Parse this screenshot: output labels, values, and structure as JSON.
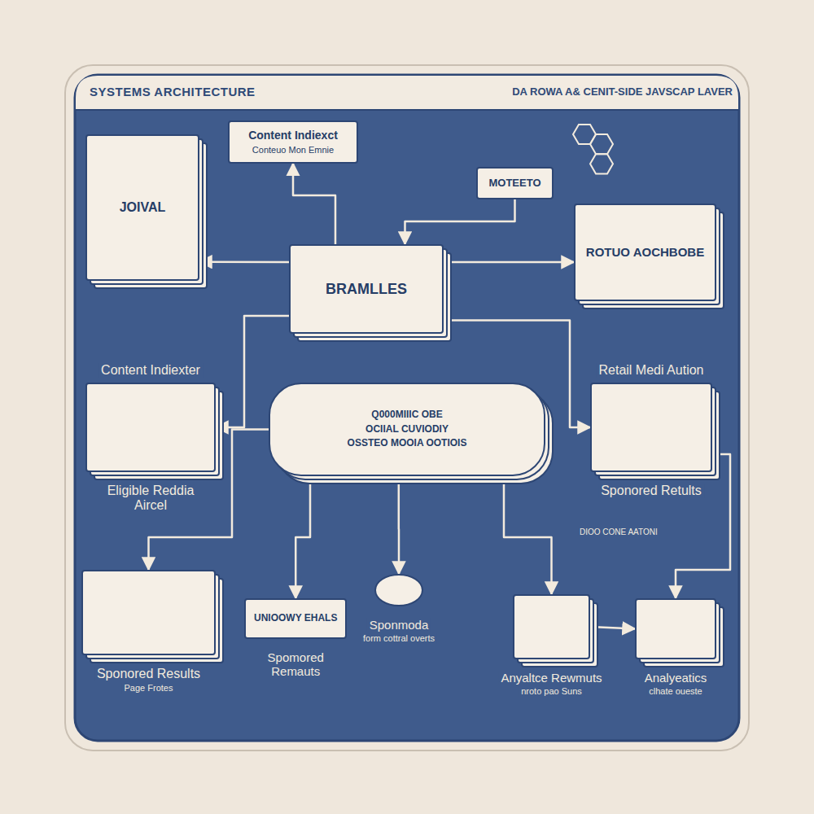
{
  "diagram": {
    "title": "SYSTEMS ARCHITECTURE",
    "nodes": [
      {
        "text": [
          "Content Indiexct",
          "Conteuo Mon Emnie"
        ]
      },
      {
        "text": [
          "JOIVAL"
        ]
      },
      {
        "text": [
          "MOTEETO"
        ]
      },
      {
        "text": [
          "ROTUO AOCHBOBE"
        ]
      },
      {
        "text": [
          "BRAMLLES"
        ]
      },
      {
        "text": [
          "Q000MIIIC OBE",
          "OCIIAL CUVIODIY",
          "OSSTEO MOOIA OOTIOIS"
        ]
      },
      {
        "text": [
          "Content Indiexter",
          "Eligible Reddia Aircel"
        ]
      },
      {
        "text": [
          "Retail Medi Aution",
          "Sponored Retults"
        ]
      },
      {
        "text": [
          "Sponored Results",
          "Page Frotes"
        ]
      },
      {
        "text": [
          "UNIOOWY EHALS",
          "Spomored Remauts"
        ]
      },
      {
        "text": [
          "Sponmoda",
          "form cottral overts"
        ]
      },
      {
        "text": [
          "Anyaltce Rewmuts",
          "nroto pao Suns"
        ]
      },
      {
        "text": [
          "Analyeatics",
          "clhate oueste"
        ]
      }
    ],
    "edges": [
      {
        "from": 4,
        "to": 1,
        "arrow": "to"
      },
      {
        "from": 4,
        "to": 6,
        "arrow": "to"
      },
      {
        "from": 4,
        "to": 3,
        "arrow": "to"
      },
      {
        "from": 4,
        "to": 7,
        "arrow": "to"
      },
      {
        "from": 2,
        "to": 4,
        "arrow": "to"
      },
      {
        "from": 4,
        "to": 0,
        "arrow": "to"
      },
      {
        "from": 5,
        "to": 8,
        "arrow": "to"
      },
      {
        "from": 5,
        "to": 9,
        "arrow": "to"
      },
      {
        "from": 5,
        "to": 10,
        "arrow": "to"
      },
      {
        "from": 5,
        "to": 11,
        "arrow": "to"
      },
      {
        "from": 7,
        "to": 12,
        "arrow": "to"
      },
      {
        "from": 11,
        "to": 12,
        "arrow": "to"
      }
    ],
    "labels": [
      "DA ROWA A& CENIT-SIDE JAVSCAP LAVER",
      "DIOO CONE AATONI"
    ]
  }
}
